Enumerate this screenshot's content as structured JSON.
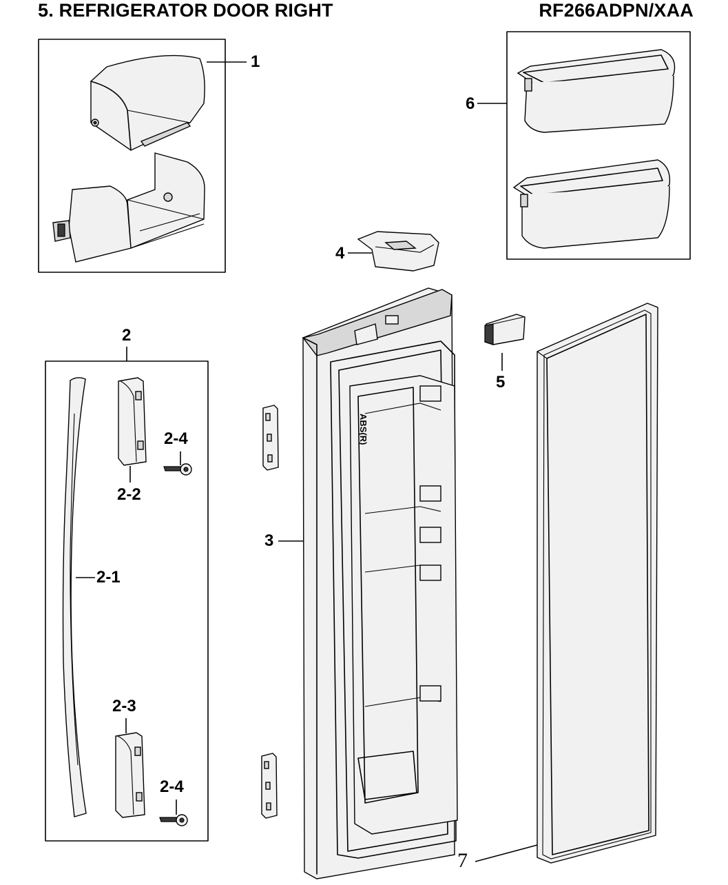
{
  "header": {
    "title": "5. REFRIGERATOR DOOR RIGHT",
    "model": "RF266ADPN/XAA"
  },
  "callouts": {
    "p1": "1",
    "p2": "2",
    "p2_1": "2-1",
    "p2_2": "2-2",
    "p2_3": "2-3",
    "p2_4a": "2-4",
    "p2_4b": "2-4",
    "p3": "3",
    "p4": "4",
    "p5": "5",
    "p6": "6",
    "p7": "7"
  },
  "door_label": "ABS(R)"
}
